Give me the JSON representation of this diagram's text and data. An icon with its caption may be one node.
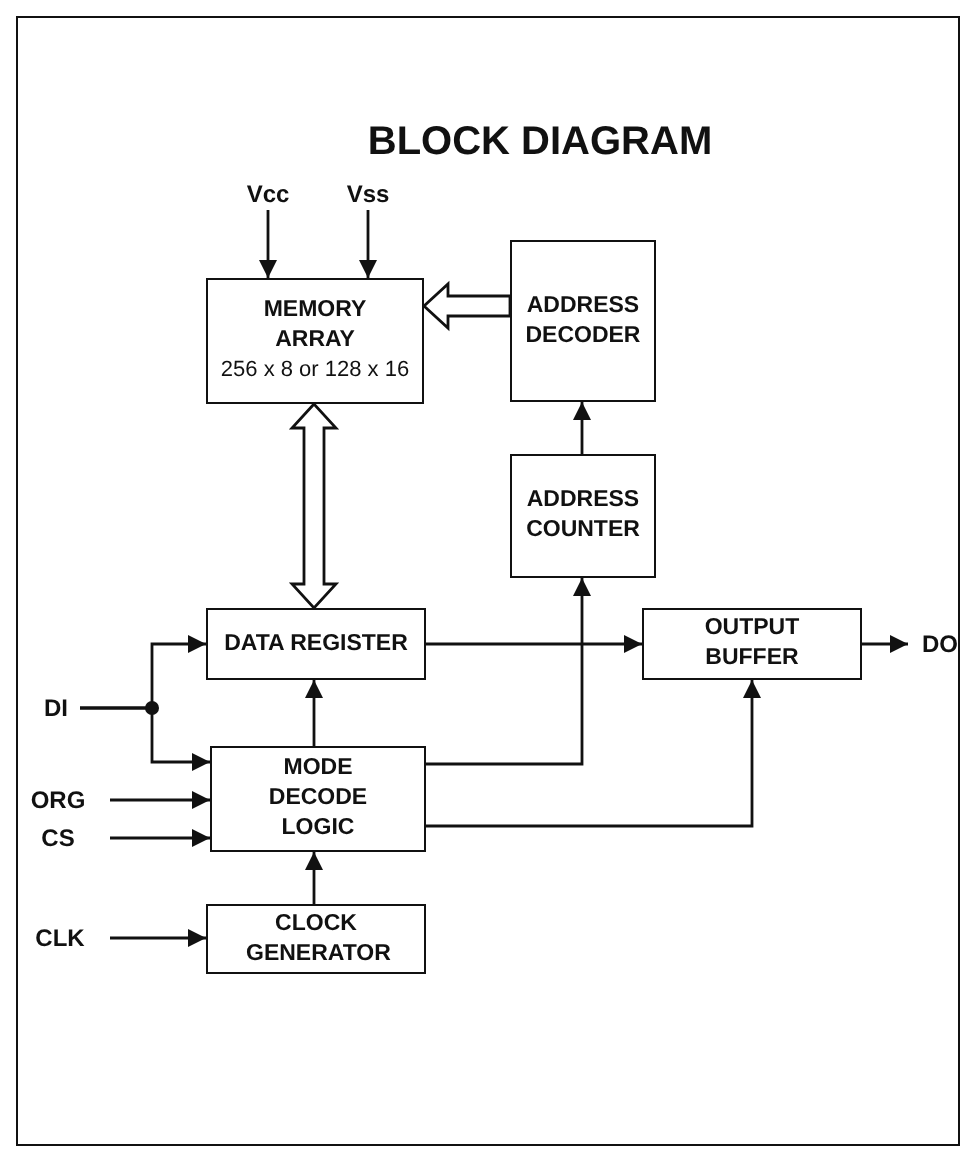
{
  "diagram": {
    "title": "BLOCK DIAGRAM",
    "nodes": [
      {
        "text": [
          "MEMORY ARRAY",
          "256 x 8 or 128 x 16"
        ]
      },
      {
        "text": [
          "ADDRESS DECODER"
        ]
      },
      {
        "text": [
          "ADDRESS COUNTER"
        ]
      },
      {
        "text": [
          "DATA REGISTER"
        ]
      },
      {
        "text": [
          "OUTPUT BUFFER"
        ]
      },
      {
        "text": [
          "MODE DECODE LOGIC"
        ]
      },
      {
        "text": [
          "CLOCK GENERATOR"
        ]
      },
      {
        "text": [
          "Vcc"
        ]
      },
      {
        "text": [
          "Vss"
        ]
      },
      {
        "text": [
          "DI"
        ]
      },
      {
        "text": [
          "ORG"
        ]
      },
      {
        "text": [
          "CS"
        ]
      },
      {
        "text": [
          "CLK"
        ]
      },
      {
        "text": [
          "DO"
        ]
      }
    ],
    "edges": [
      {
        "from": 7,
        "to": 0,
        "arrow": "to"
      },
      {
        "from": 8,
        "to": 0,
        "arrow": "to"
      },
      {
        "from": 1,
        "to": 0,
        "arrow": "to",
        "style": "thick"
      },
      {
        "from": 0,
        "to": 3,
        "arrow": "both",
        "style": "thick"
      },
      {
        "from": 2,
        "to": 1,
        "arrow": "to"
      },
      {
        "from": 3,
        "to": 4,
        "arrow": "to"
      },
      {
        "from": 9,
        "to": 3,
        "arrow": "to"
      },
      {
        "from": 9,
        "to": 5,
        "arrow": "to"
      },
      {
        "from": 10,
        "to": 5,
        "arrow": "to"
      },
      {
        "from": 11,
        "to": 5,
        "arrow": "to"
      },
      {
        "from": 12,
        "to": 6,
        "arrow": "to"
      },
      {
        "from": 6,
        "to": 5,
        "arrow": "to"
      },
      {
        "from": 5,
        "to": 3,
        "arrow": "to"
      },
      {
        "from": 5,
        "to": 2,
        "arrow": "to"
      },
      {
        "from": 5,
        "to": 4,
        "arrow": "to"
      },
      {
        "from": 4,
        "to": 13,
        "arrow": "to"
      }
    ]
  }
}
